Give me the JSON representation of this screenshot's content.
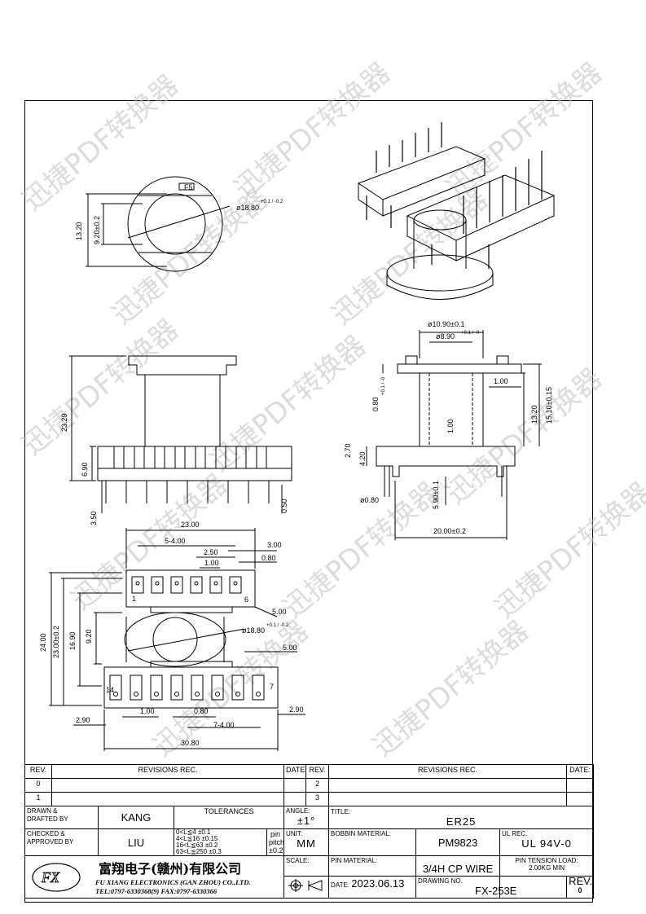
{
  "watermark": "迅捷PDF转换器",
  "dimensions": {
    "top_view": {
      "mark": "F5",
      "d1": "13.20",
      "d2": "9.20±0.2",
      "dia": "ø18.80",
      "dia_tol": "+0.1 / -0.2"
    },
    "side_left": {
      "h_total": "23.29",
      "h_base": "6.90",
      "pin_len": "3.50",
      "pin_w": "0.50"
    },
    "side_right": {
      "d_outer": "ø10.90±0.1",
      "d_inner": "ø8.90",
      "d_inner_tol": "+0.1 / -0",
      "h1": "15.10±0.15",
      "h2": "13.20",
      "flange": "1.00",
      "t1": "0.80",
      "t1_tol": "+0.1 / -0",
      "wall": "1.00",
      "b1": "2.70",
      "b2": "4.20",
      "pin_dia": "ø0.80",
      "pin_len": "5.90±0.1",
      "width": "20.00±0.2"
    },
    "front": {
      "w_top": "23.00",
      "pitch_top": "5-4.00",
      "p1": "2.50",
      "p2": "1.00",
      "p3": "3.00",
      "p4": "0.80",
      "p5": "5.00",
      "p6": "5.00",
      "dia": "ø18.80",
      "dia_tol": "+0.1 / -0.2",
      "h1": "24.00",
      "h2": "23.00±0.2",
      "h3": "16.90",
      "h4": "9.20",
      "pin1": "1",
      "pin6": "6",
      "pin14": "14",
      "pin7": "7",
      "b1": "1.00",
      "b2": "0.80",
      "b3": "7-4.00",
      "b4": "2.90",
      "b5": "2.90",
      "w_bot": "30.80"
    }
  },
  "title_block": {
    "rev_h": "REV.",
    "revisions_h": "REVISIONS   REC.",
    "date_h": "DATE:",
    "rev_rows_left": [
      "0",
      "1"
    ],
    "rev_rows_right": [
      "2",
      "3"
    ],
    "drawn_label": "DRAWN  &\nDRAFTED  BY",
    "drawn_by": "KANG",
    "checked_label": "CHECKED  &\nAPPROVED  BY",
    "checked_by": "LIU",
    "tolerances_h": "TOLERANCES",
    "tol_rows": "0<L≦4   ±0.1\n4<L≦16  ±0.15\n16<L≦63  ±0.2\n63<L≦250  ±0.3",
    "pin_pitch": "pin  pitch",
    "pin_pitch_tol": "±0.2",
    "angle_label": "ANGLE:",
    "angle": "±1°",
    "unit_label": "UNIT:",
    "unit": "MM",
    "scale_label": "SCALE:",
    "title_label": "TITLE:",
    "title": "ER25",
    "bobbin_label": "BOBBIN  MATERIAL:",
    "bobbin": "PM9823",
    "ul_label": "UL  REC.",
    "ul": "UL 94V-0",
    "pin_mat_label": "PIN  MATERIAL:",
    "pin_mat": "3/4H CP WIRE",
    "tension_label": "PIN TENSION LOAD:",
    "tension": "2.00KG MIN",
    "date_label": "DATE:",
    "date": "2023.06.13",
    "drawing_label": "DRAWING  NO.",
    "drawing_no": "FX-253E",
    "rev_label": "REV.",
    "rev_value": "0",
    "company_cn": "富翔电子(赣州)有限公司",
    "company_en": "FU XIANG ELECTRONICS (GAN ZHOU) CO.,LTD.",
    "tel": "TEL:0797-6330368(9)    FAX:0797-6330366"
  }
}
